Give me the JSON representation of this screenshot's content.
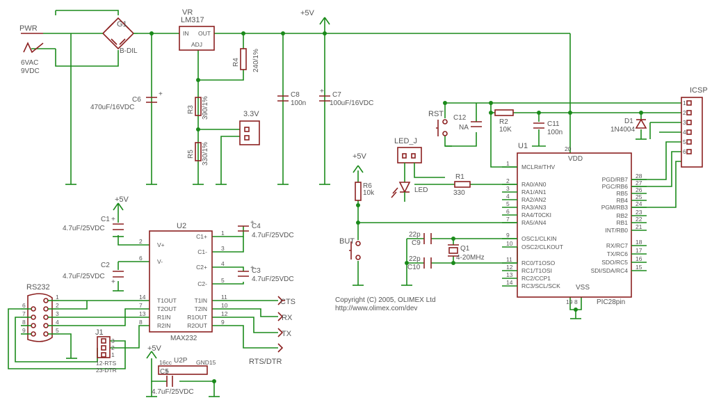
{
  "labels": {
    "pwr": "PWR",
    "g1": "G1",
    "bdil": "B-DIL",
    "vac": "6VAC",
    "vdc": "9VDC",
    "vr": "VR",
    "lm317": "LM317",
    "in": "IN",
    "out": "OUT",
    "adj": "ADJ",
    "plus5v_top": "+5V",
    "r4": "R4",
    "r4v": "240/1%",
    "r3": "R3",
    "r3v": "390/1%",
    "r5": "R5",
    "r5v": "330/1%",
    "v33": "3.3V",
    "c6": "C6",
    "c6v": "470uF/16VDC",
    "c8": "C8",
    "c8v": "100n",
    "c7": "C7",
    "c7v": "100uF/16VDC",
    "icsp": "ICSP",
    "rst": "RST",
    "c12": "C12",
    "c12v": "NA",
    "r2": "R2",
    "r2v": "10K",
    "c11": "C11",
    "c11v": "100n",
    "d1": "D1",
    "d1v": "1N4004",
    "ledj": "LED_J",
    "u1": "U1",
    "vdd": "VDD",
    "vss": "VSS",
    "pic": "PIC28pin",
    "r1": "R1",
    "r1v": "330",
    "led": "LED",
    "plus5v_r6": "+5V",
    "r6": "R6",
    "r6v": "10k",
    "but": "BUT",
    "c9": "C9",
    "c9v": "22p",
    "c10": "C10",
    "c10v": "22p",
    "q1": "Q1",
    "q1v": "4-20MHz",
    "copyright": "Copyright (C) 2005, OLIMEX Ltd",
    "url": "http://www.olimex.com/dev",
    "plus5v_c1": "+5V",
    "c1": "C1",
    "c1v": "4.7uF/25VDC",
    "c2": "C2",
    "c2v": "4.7uF/25VDC",
    "u2": "U2",
    "max232": "MAX232",
    "c4": "C4",
    "c4v": "4.7uF/25VDC",
    "c3": "C3",
    "c3v": "4.7uF/25VDC",
    "rs232": "RS232",
    "j1": "J1",
    "j1a": "12-RTS",
    "j1b": "23-DTR",
    "cts": "CTS",
    "rx": "RX",
    "tx": "TX",
    "rtsdtr": "RTS/DTR",
    "plus5v_u2p": "+5V",
    "u2p": "U2P",
    "c5": "C5",
    "c5v": "4.7uF/25VDC",
    "vcc16": "16cc",
    "gnd15": "GND15"
  },
  "u1_left": [
    {
      "num": "1",
      "name": "MCLR#/THV"
    },
    {
      "num": "2",
      "name": "RA0/AN0"
    },
    {
      "num": "3",
      "name": "RA1/AN1"
    },
    {
      "num": "4",
      "name": "RA2/AN2"
    },
    {
      "num": "5",
      "name": "RA3/AN3"
    },
    {
      "num": "6",
      "name": "RA4/T0CKI"
    },
    {
      "num": "7",
      "name": "RA5/AN4"
    },
    {
      "num": "9",
      "name": "OSC1/CLKIN"
    },
    {
      "num": "10",
      "name": "OSC2/CLKOUT"
    },
    {
      "num": "11",
      "name": "RC0/T1OSO"
    },
    {
      "num": "12",
      "name": "RC1/T1OSI"
    },
    {
      "num": "13",
      "name": "RC2/CCP1"
    },
    {
      "num": "14",
      "name": "RC3/SCL/SCK"
    }
  ],
  "u1_right": [
    {
      "num": "28",
      "name": "PGD/RB7"
    },
    {
      "num": "27",
      "name": "PGC/RB6"
    },
    {
      "num": "26",
      "name": "RB5"
    },
    {
      "num": "25",
      "name": "RB4"
    },
    {
      "num": "24",
      "name": "PGM/RB3"
    },
    {
      "num": "23",
      "name": "RB2"
    },
    {
      "num": "22",
      "name": "RB1"
    },
    {
      "num": "21",
      "name": "INT/RB0"
    },
    {
      "num": "18",
      "name": "RX/RC7"
    },
    {
      "num": "17",
      "name": "TX/RC6"
    },
    {
      "num": "16",
      "name": "SDO/RC5"
    },
    {
      "num": "15",
      "name": "SDI/SDA/RC4"
    }
  ],
  "u1_extra_pins": {
    "vdd": "20",
    "vss1": "19",
    "vss2": "8"
  },
  "u2_left": [
    {
      "num": "2",
      "name": "V+"
    },
    {
      "num": "6",
      "name": "V-"
    },
    {
      "num": "14",
      "name": "T1OUT"
    },
    {
      "num": "7",
      "name": "T2OUT"
    },
    {
      "num": "13",
      "name": "R1IN"
    },
    {
      "num": "8",
      "name": "R2IN"
    }
  ],
  "u2_right": [
    {
      "num": "1",
      "name": "C1+"
    },
    {
      "num": "3",
      "name": "C1-"
    },
    {
      "num": "4",
      "name": "C2+"
    },
    {
      "num": "5",
      "name": "C2-"
    },
    {
      "num": "11",
      "name": "T1IN"
    },
    {
      "num": "10",
      "name": "T2IN"
    },
    {
      "num": "12",
      "name": "R1OUT"
    },
    {
      "num": "9",
      "name": "R2OUT"
    }
  ],
  "icsp_pins": [
    "1",
    "2",
    "3",
    "4",
    "5",
    "6"
  ],
  "db9_left": [
    "6",
    "7",
    "8",
    "9"
  ],
  "db9_right": [
    "1",
    "2",
    "3",
    "4",
    "5"
  ],
  "j1_pins": [
    "3",
    "2",
    "1"
  ],
  "colors": {
    "wire": "#1a8a1a",
    "part": "#8b1f1f",
    "text": "#555555",
    "background": "#ffffff"
  }
}
